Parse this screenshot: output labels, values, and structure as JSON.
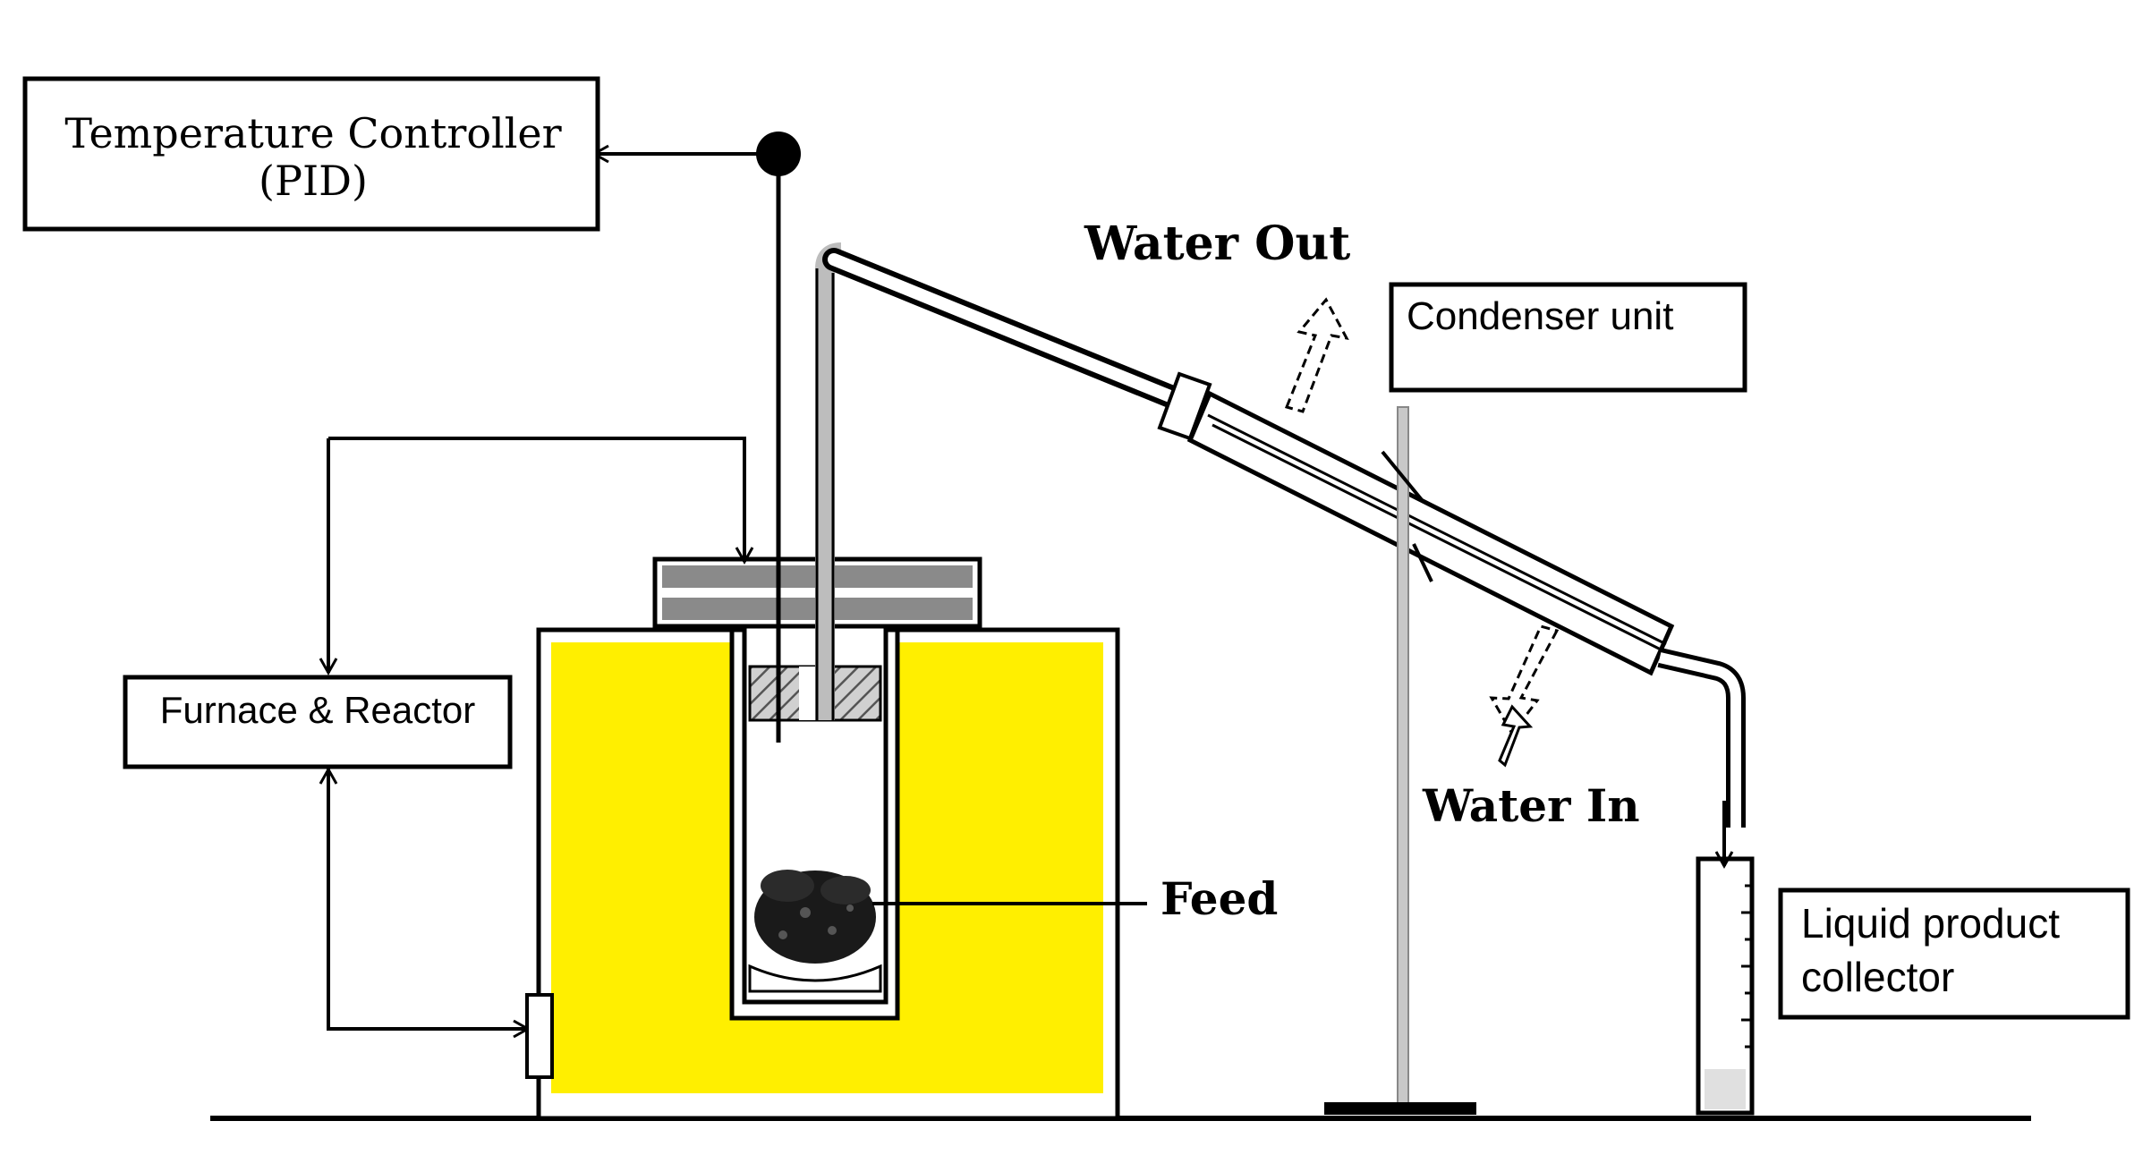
{
  "labels": {
    "temp_controller_line1": "Temperature Controller",
    "temp_controller_line2": "(PID)",
    "water_out": "Water Out",
    "condenser_unit": "Condenser unit",
    "furnace_reactor": "Furnace & Reactor",
    "water_in": "Water In",
    "feed": "Feed",
    "liquid_line1": "Liquid product",
    "liquid_line2": "collector"
  },
  "colors": {
    "furnace_fill": "#ffef00",
    "line": "#000000",
    "tube_gray": "#bdbdbd",
    "lid_gray": "#8a8a8a",
    "background": "#ffffff"
  }
}
